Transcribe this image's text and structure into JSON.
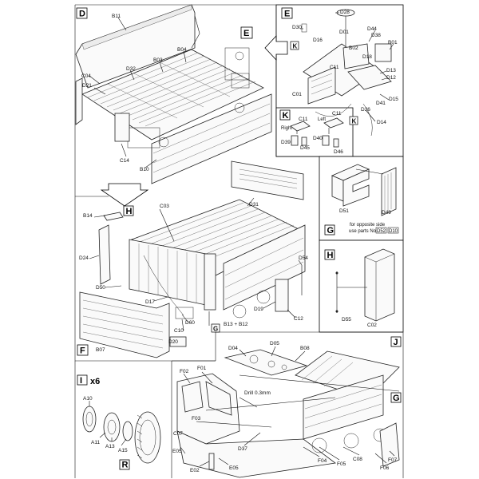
{
  "steps": {
    "D": "D",
    "E": "E",
    "K": "K",
    "G": "G",
    "F": "F",
    "H": "H",
    "I": "I",
    "J": "J",
    "I_count": "x6",
    "E_callout": "E"
  },
  "labels": {
    "D": {
      "B11": "B11",
      "C04": "C04",
      "D21": "D21",
      "D32": "D32",
      "B03": "B03",
      "B04": "B04",
      "C14": "C14",
      "B10": "B10"
    },
    "E": {
      "D28": "D28",
      "D30": "D30",
      "D01": "D01",
      "D16": "D16",
      "D44": "D44",
      "D38": "D38",
      "B01": "B01",
      "B02": "B02",
      "D18": "D18",
      "C11": "C11",
      "D13": "D13",
      "D12": "D12",
      "C01": "C01",
      "D15": "D15",
      "D41": "D41",
      "D26": "D26",
      "D14": "D14",
      "K1": "K",
      "K2": "K"
    },
    "K": {
      "right": "Right",
      "left": "Left",
      "C11a": "C11",
      "C11b": "C11",
      "D39": "D39",
      "D45": "D45",
      "D40": "D40",
      "D46": "D46"
    },
    "G": {
      "D51": "D51",
      "D49": "D49",
      "note1": "for opposite side",
      "note2": "use parts No",
      "D52": "D52",
      "D10": "D10"
    },
    "F": {
      "B14": "B14",
      "H": "H",
      "C03": "C03",
      "D31": "D31",
      "D24": "D24",
      "D54": "D54",
      "D50": "D50",
      "D17": "D17",
      "D19": "D19",
      "D60": "D60",
      "C12": "C12",
      "C10": "C10",
      "G": "G",
      "B13B12": "B13 + B12",
      "D20": "D20",
      "B07": "B07"
    },
    "H": {
      "D55": "D55",
      "C02": "C02"
    },
    "I": {
      "A10": "A10",
      "A11": "A11",
      "A13": "A13",
      "A15": "A15",
      "R": "R"
    },
    "J": {
      "D04": "D04",
      "D05": "D05",
      "B08": "B08",
      "F02": "F02",
      "F01": "F01",
      "drill": "Drill 0.3mm",
      "F03": "F03",
      "C07": "C07",
      "E05a": "E05",
      "E02": "E02",
      "E05b": "E05",
      "D37": "D37",
      "F04": "F04",
      "F05": "F05",
      "C08": "C08",
      "F06": "F06",
      "F07": "F07",
      "G": "G"
    }
  }
}
